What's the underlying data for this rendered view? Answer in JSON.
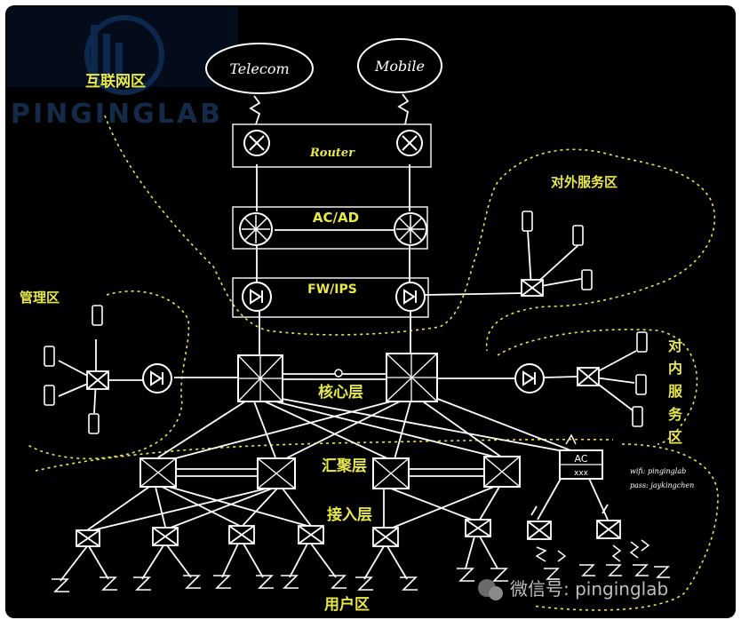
{
  "watermark": {
    "brand": "PINGINGLAB",
    "wechat": "微信号: pinginglab"
  },
  "clouds": {
    "telecom": "Telecom",
    "mobile": "Mobile"
  },
  "layers": {
    "router": "Router",
    "acad": "AC/AD",
    "fwips": "FW/IPS"
  },
  "zones": {
    "internet": "互联网区",
    "external_service": "对外服务区",
    "management": "管理区",
    "internal_service": [
      "对",
      "内",
      "服",
      "务",
      "区"
    ],
    "core": "核心层",
    "aggregation": "汇聚层",
    "access": "接入层",
    "user": "用户区"
  },
  "ac": {
    "label": "AC",
    "sub": "xxx"
  },
  "wifi": {
    "ssid": "wifi: pinginglab",
    "pass": "pass: jaykingchen"
  },
  "colors": {
    "background": "#000000",
    "ink": "#ffffff",
    "zone": "#e8e84a",
    "frame": "#ffffff"
  }
}
